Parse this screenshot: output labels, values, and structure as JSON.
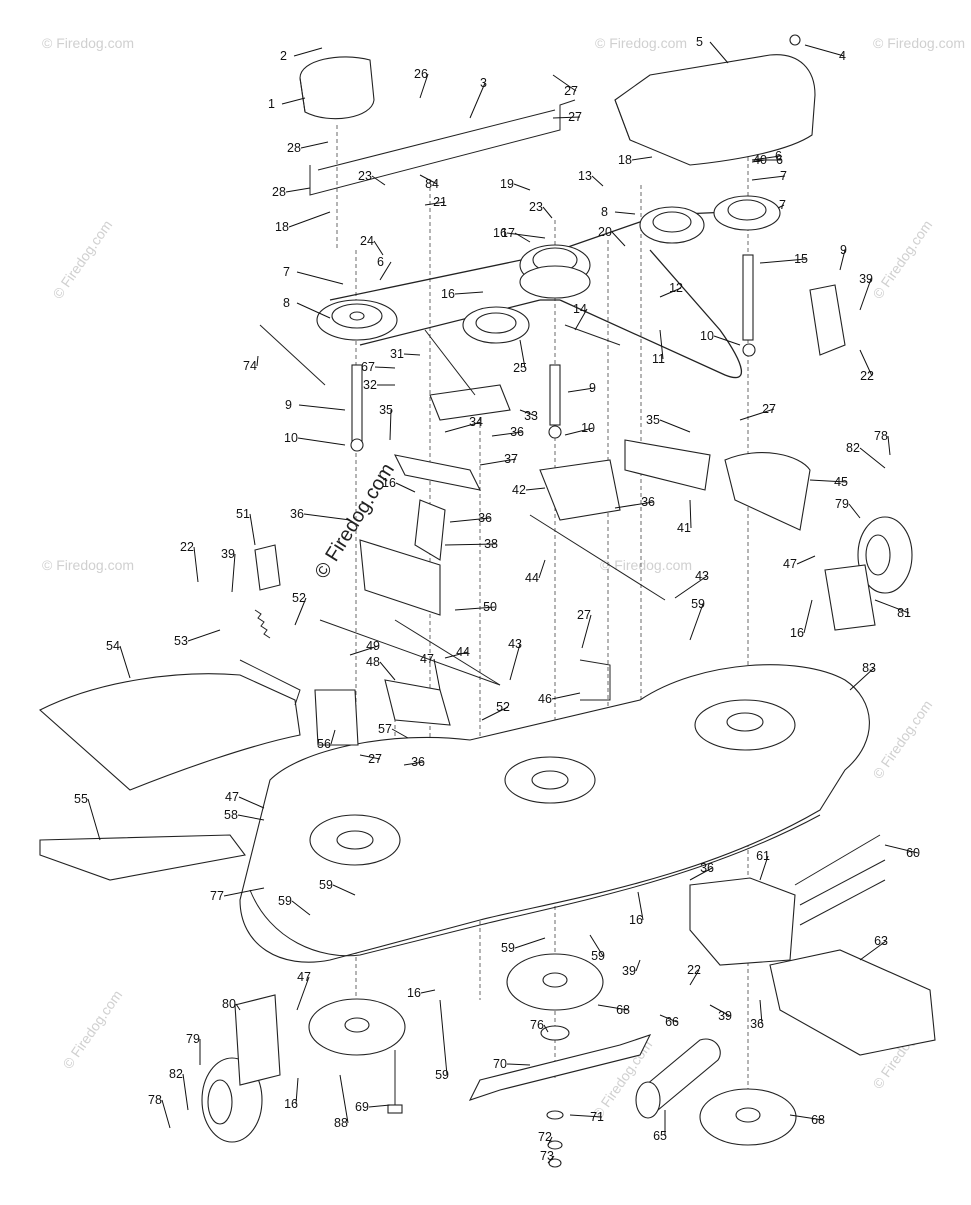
{
  "watermarks": {
    "corner": "© Firedog.com",
    "center": "© Firedog.com"
  },
  "part_labels": [
    "2",
    "4",
    "5",
    "1",
    "26",
    "3",
    "27",
    "28",
    "27",
    "28",
    "18",
    "23",
    "84",
    "19",
    "21",
    "18",
    "13",
    "16",
    "6",
    "7",
    "6",
    "7",
    "8",
    "17",
    "20",
    "15",
    "9",
    "40",
    "6",
    "24",
    "23",
    "7",
    "16",
    "12",
    "39",
    "8",
    "14",
    "22",
    "74",
    "31",
    "67",
    "25",
    "10",
    "11",
    "32",
    "9",
    "9",
    "35",
    "34",
    "33",
    "36",
    "27",
    "10",
    "10",
    "35",
    "37",
    "82",
    "78",
    "36",
    "16",
    "42",
    "45",
    "36",
    "41",
    "36",
    "38",
    "79",
    "51",
    "22",
    "39",
    "44",
    "43",
    "47",
    "52",
    "50",
    "27",
    "59",
    "53",
    "54",
    "16",
    "81",
    "49",
    "43",
    "44",
    "48",
    "47",
    "46",
    "83",
    "52",
    "57",
    "56",
    "27",
    "36",
    "47",
    "58",
    "55",
    "60",
    "61",
    "77",
    "59",
    "36",
    "59",
    "16",
    "63",
    "59",
    "59",
    "39",
    "22",
    "47",
    "16",
    "80",
    "39",
    "66",
    "36",
    "68",
    "76",
    "79",
    "70",
    "59",
    "82",
    "16",
    "88",
    "65",
    "71",
    "78",
    "69",
    "68",
    "72",
    "73"
  ]
}
